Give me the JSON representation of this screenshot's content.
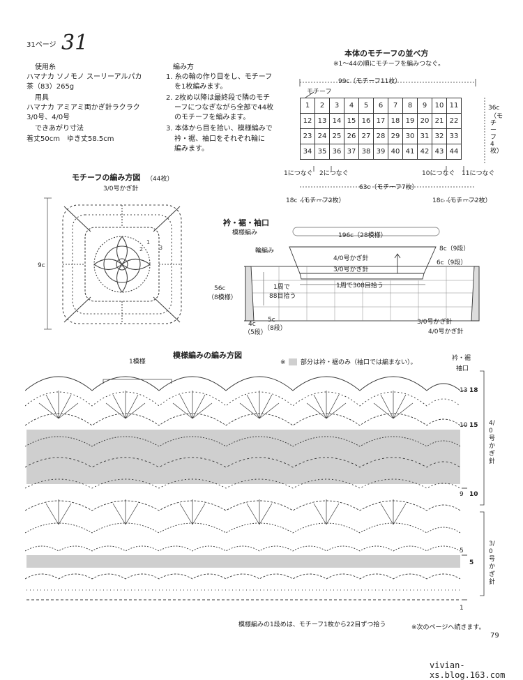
{
  "header": {
    "page_ref": "31ページ",
    "pattern_no": "31"
  },
  "materials": {
    "yarn_heading": "使用糸",
    "yarn_line1": "ハマナカ ソノモノ スーリーアルパカ",
    "yarn_line2": "茶（83）265g",
    "tools_heading": "用具",
    "tools_line1": "ハマナカ アミアミ両かぎ針ラクラク",
    "tools_line2": "3/0号、4/0号",
    "size_heading": "できあがり寸法",
    "size_line": "着丈50cm　ゆき丈58.5cm"
  },
  "method": {
    "heading": "編み方",
    "step1a": "1. 糸の輪の作り目をし、モチーフ",
    "step1b": "を1枚編みます。",
    "step2a": "2. 2枚め以降は最終段で隣のモチ",
    "step2b": "ーフにつなぎながら全部で44枚",
    "step2c": "のモチーフを編みます。",
    "step3a": "3. 本体から目を拾い、模様編みで",
    "step3b": "衿・裾、袖口をそれぞれ輪に",
    "step3c": "編みます。"
  },
  "layout": {
    "title": "本体のモチーフの並べ方",
    "note": "※1〜44の順にモチーフを編みつなぐ。",
    "width_label": "99c（モチーフ11枚）",
    "motif_label": "モチーフ",
    "height_label": "36c",
    "height_sub": "（モチーフ4枚）",
    "rows": [
      [
        "1",
        "2",
        "3",
        "4",
        "5",
        "6",
        "7",
        "8",
        "9",
        "10",
        "11"
      ],
      [
        "12",
        "13",
        "14",
        "15",
        "16",
        "17",
        "18",
        "19",
        "20",
        "21",
        "22"
      ],
      [
        "23",
        "24",
        "25",
        "26",
        "27",
        "28",
        "29",
        "30",
        "31",
        "32",
        "33"
      ],
      [
        "34",
        "35",
        "36",
        "37",
        "38",
        "39",
        "40",
        "41",
        "42",
        "43",
        "44"
      ]
    ],
    "join1": "1につなぐ",
    "join2": "2につなぐ",
    "join10": "10につなぐ",
    "join11": "11につなぐ",
    "mid_label": "63c（モチーフ7枚）",
    "side_left": "18c（モチーフ2枚）",
    "side_right": "18c（モチーフ2枚）"
  },
  "motif": {
    "title": "モチーフの編み方図",
    "count": "（44枚）",
    "hook": "3/0号かぎ針",
    "size": "9c"
  },
  "collar": {
    "title": "衿・裾・袖口",
    "sub": "模様編み",
    "width": "196c（28模様）",
    "wa": "輪編み",
    "hook4": "4/0号かぎ針",
    "hook3": "3/0号かぎ針",
    "r8": "8c（9段）",
    "r6": "6c（9段）",
    "pick308": "1周で308目拾う",
    "left56": "56c",
    "left56sub": "（8模様）",
    "pick88a": "1周で",
    "pick88b": "88目拾う",
    "c4": "4c",
    "c4sub": "（5段）",
    "c5": "5c",
    "c5sub": "（8段）",
    "r_hook3": "3/0号かぎ針",
    "r_hook4": "4/0号かぎ針"
  },
  "pattern": {
    "title": "模様編みの編み方図",
    "repeat": "1模様",
    "note_pre": "※",
    "note_post": "部分は衿・裾のみ（袖口では編まない）。",
    "label_collar": "衿・裾",
    "label_cuff": "袖口",
    "rows_outer": [
      "13",
      "10",
      "9",
      "5",
      "1"
    ],
    "rows_inner": [
      "18",
      "15",
      "10",
      "5"
    ],
    "hook4": "4/0号かぎ針",
    "hook3": "3/0号かぎ針",
    "bottom": "模様編みの1段めは、モチーフ1枚から22目ずつ拾う",
    "next": "※次のページへ続きます。"
  },
  "page_number": "79",
  "footer": "vivian-xs.blog.163.com"
}
